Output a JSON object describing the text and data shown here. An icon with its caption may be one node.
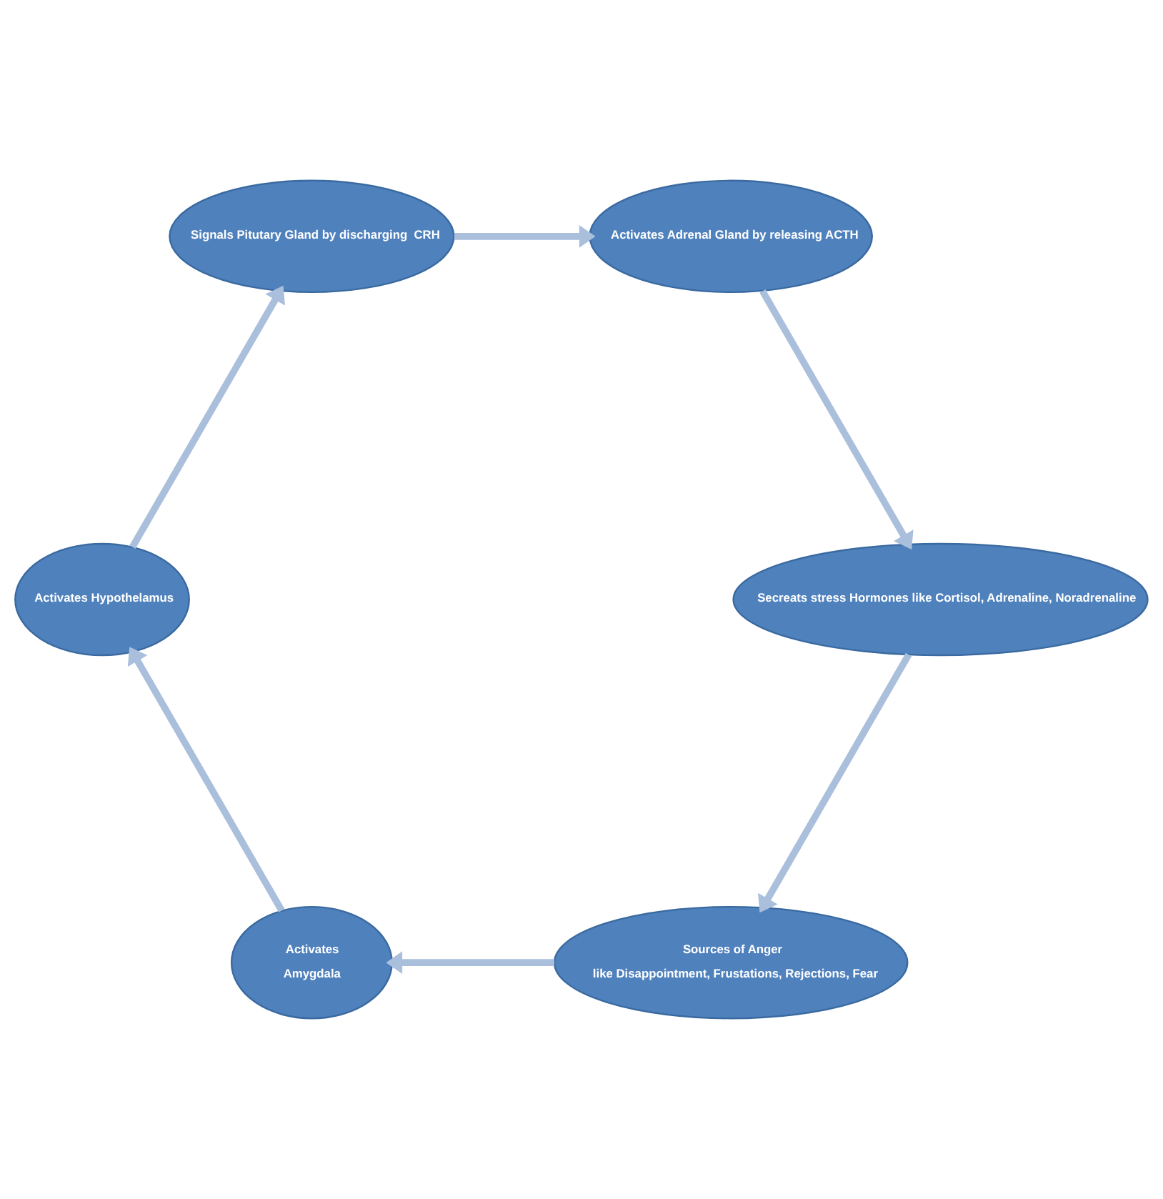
{
  "diagram": {
    "nodes": [
      {
        "text": [
          "Sources of Anger",
          "like Disappointment, Frustations, Rejections, Fear"
        ]
      },
      {
        "text": [
          "Secreats stress Hormones like Cortisol, Adrenaline, Noradrenaline"
        ]
      },
      {
        "text": [
          "Activates",
          "Amygdala"
        ]
      },
      {
        "text": [
          "Activates Adrenal Gland by releasing ACTH"
        ]
      },
      {
        "text": [
          "Activates Hypothelamus"
        ]
      },
      {
        "text": [
          "Signals Pitutary Gland by discharging  CRH"
        ]
      }
    ],
    "edges": [
      {
        "from": 0,
        "to": 2,
        "arrow": "to"
      },
      {
        "from": 2,
        "to": 4,
        "arrow": "to"
      },
      {
        "from": 4,
        "to": 5,
        "arrow": "to"
      },
      {
        "from": 5,
        "to": 3,
        "arrow": "to"
      },
      {
        "from": 3,
        "to": 1,
        "arrow": "to"
      },
      {
        "from": 1,
        "to": 0,
        "arrow": "to"
      }
    ]
  }
}
